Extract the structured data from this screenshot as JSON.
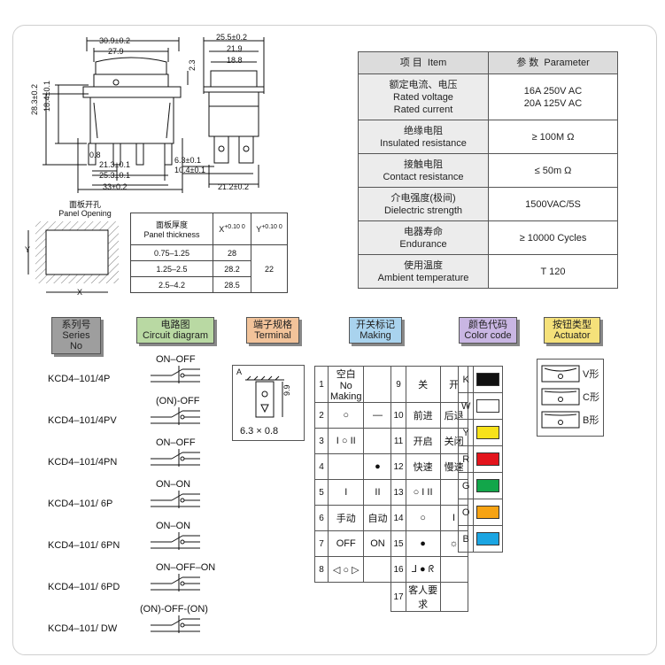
{
  "dims": {
    "width_outer": "30.9±0.2",
    "width_inner": "27.9",
    "height_outer": "28.3±0.2",
    "height_inner": "18.4±0.1",
    "pin_gap": "0.8",
    "pitch_1": "21.3±0.1",
    "pitch_2": "25.3±0.1",
    "body_width": "33±0.2",
    "side_width_outer": "25.5±0.2",
    "side_width_mid": "21.9",
    "side_width_inner": "18.8",
    "side_step": "2.3",
    "side_pin_1": "6.3±0.1",
    "side_pin_2": "10.4±0.1",
    "side_bottom": "21.2±0.2"
  },
  "panel_opening": {
    "title_cn": "面板开孔",
    "title_en": "Panel Opening",
    "y_label": "Y",
    "x_label": "X"
  },
  "panel_table": {
    "col1_cn": "面板厚度",
    "col1_en": "Panel thickness",
    "col2": "X",
    "col2_tol": "+0.10 0",
    "col3": "Y",
    "col3_tol": "+0.10 0",
    "rows": [
      {
        "t": "0.75–1.25",
        "x": "28"
      },
      {
        "t": "1.25–2.5",
        "x": "28.2"
      },
      {
        "t": "2.5–4.2",
        "x": "28.5"
      }
    ],
    "y_value": "22"
  },
  "spec": {
    "head_item_cn": "项 目",
    "head_item_en": "Item",
    "head_param_cn": "参 数",
    "head_param_en": "Parameter",
    "rows": [
      {
        "k1": "额定电流、电压",
        "k2": "Rated voltage",
        "k3": "Rated current",
        "v1": "16A  250V AC",
        "v2": "20A 125V AC"
      },
      {
        "k1": "绝缘电阻",
        "k2": "Insulated resistance",
        "v1": "≥ 100M Ω"
      },
      {
        "k1": "接触电阻",
        "k2": "Contact resistance",
        "v1": "≤ 50m Ω"
      },
      {
        "k1": "介电强度(极间)",
        "k2": "Dielectric strength",
        "v1": "1500VAC/5S"
      },
      {
        "k1": "电器寿命",
        "k2": "Endurance",
        "v1": "≥ 10000 Cycles"
      },
      {
        "k1": "使用温度",
        "k2": "Ambient temperature",
        "v1": "T 120"
      }
    ]
  },
  "headers": {
    "series_cn": "系列号",
    "series_en": "Series No",
    "circuit_cn": "电路图",
    "circuit_en": "Circuit diagram",
    "terminal_cn": "端子规格",
    "terminal_en": "Terminal",
    "making_cn": "开关标记",
    "making_en": "Making",
    "color_cn": "颜色代码",
    "color_en": "Color code",
    "actuator_cn": "按钮类型",
    "actuator_en": "Actuator"
  },
  "header_colors": {
    "series": "#9e9e9e",
    "circuit": "#b9d9a3",
    "terminal": "#f2c39a",
    "making": "#a9d3ee",
    "color": "#c9b6e3",
    "actuator": "#f5e17a"
  },
  "series": [
    {
      "code": "KCD4–101/4P",
      "circuit": "ON–OFF"
    },
    {
      "code": "KCD4–101/4PV",
      "circuit": "(ON)-OFF"
    },
    {
      "code": "KCD4–101/4PN",
      "circuit": "ON–OFF"
    },
    {
      "code": "KCD4–101/ 6P",
      "circuit": "ON–ON"
    },
    {
      "code": "KCD4–101/ 6PN",
      "circuit": "ON–ON"
    },
    {
      "code": "KCD4–101/ 6PD",
      "circuit": "ON–OFF–ON"
    },
    {
      "code": "KCD4–101/ DW",
      "circuit": "(ON)-OFF-(ON)"
    }
  ],
  "terminal": {
    "label_a": "A",
    "dim_h": "9.9",
    "size": "6.3 × 0.8"
  },
  "making": [
    {
      "n": "1",
      "a": "空白 No Making",
      "b": "",
      "n2": "9",
      "c": "关",
      "d": "开"
    },
    {
      "n": "2",
      "a": "○",
      "b": "—",
      "n2": "10",
      "c": "前进",
      "d": "后退"
    },
    {
      "n": "3",
      "a": "I  ○  II",
      "b": "",
      "n2": "11",
      "c": "开启",
      "d": "关闭"
    },
    {
      "n": "4",
      "a": "",
      "b": "●",
      "n2": "12",
      "c": "快速",
      "d": "慢速"
    },
    {
      "n": "5",
      "a": "I",
      "b": "II",
      "n2": "13",
      "c": "○  I  II",
      "d": ""
    },
    {
      "n": "6",
      "a": "手动",
      "b": "自动",
      "n2": "14",
      "c": "○",
      "d": "I"
    },
    {
      "n": "7",
      "a": "OFF",
      "b": "ON",
      "n2": "15",
      "c": "●",
      "d": "☼"
    },
    {
      "n": "8",
      "a": "◁  ○  ▷",
      "b": "",
      "n2": "16",
      "c": "⅃  ●  ᖇ",
      "d": ""
    },
    {
      "n": "",
      "a": "",
      "b": "",
      "n2": "17",
      "c": "客人要求",
      "d": ""
    }
  ],
  "colors": [
    {
      "code": "K",
      "hex": "#111111"
    },
    {
      "code": "W",
      "hex": "#ffffff"
    },
    {
      "code": "Y",
      "hex": "#f7e21a"
    },
    {
      "code": "R",
      "hex": "#e3141c"
    },
    {
      "code": "G",
      "hex": "#12a64a"
    },
    {
      "code": "O",
      "hex": "#f7a313"
    },
    {
      "code": "B",
      "hex": "#1ba5e2"
    }
  ],
  "actuators": [
    {
      "label": "V形",
      "icon": "v-shape-icon"
    },
    {
      "label": "C形",
      "icon": "c-shape-icon"
    },
    {
      "label": "B形",
      "icon": "b-shape-icon"
    }
  ]
}
